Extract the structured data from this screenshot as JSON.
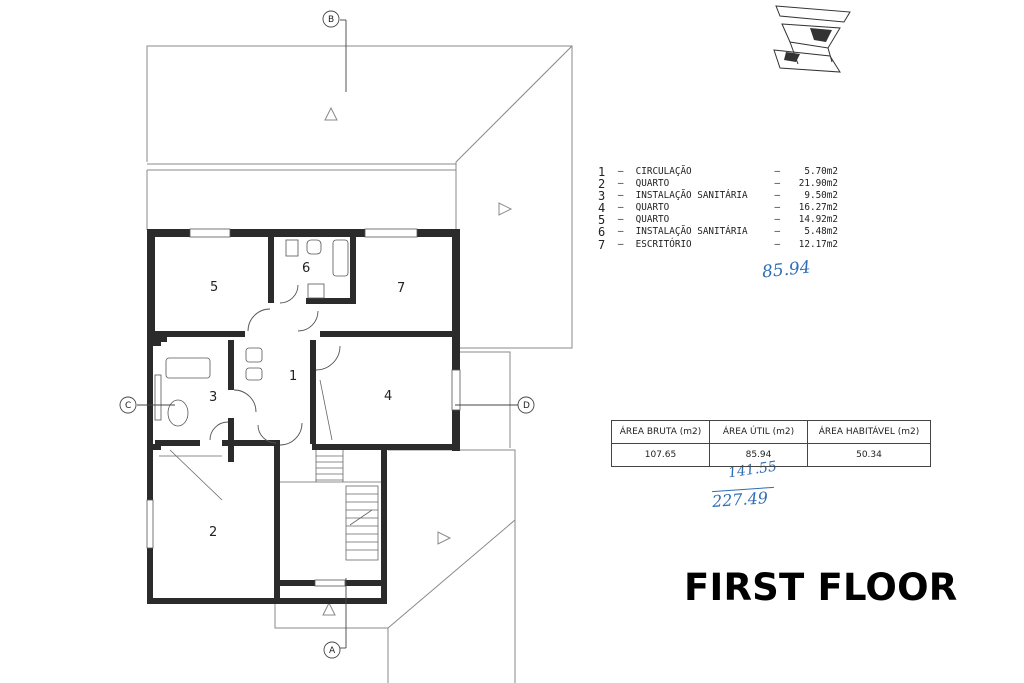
{
  "rooms": [
    {
      "n": "1"
    },
    {
      "n": "2"
    },
    {
      "n": "3"
    },
    {
      "n": "4"
    },
    {
      "n": "5"
    },
    {
      "n": "6"
    },
    {
      "n": "7"
    }
  ],
  "section_markers": {
    "a": "A",
    "b": "B",
    "c": "C",
    "d": "D"
  },
  "legend": [
    {
      "num": "1",
      "name": "CIRCULAÇÃO",
      "area": "5.70m2"
    },
    {
      "num": "2",
      "name": "QUARTO",
      "area": "21.90m2"
    },
    {
      "num": "3",
      "name": "INSTALAÇÃO SANITÁRIA",
      "area": "9.50m2"
    },
    {
      "num": "4",
      "name": "QUARTO",
      "area": "16.27m2"
    },
    {
      "num": "5",
      "name": "QUARTO",
      "area": "14.92m2"
    },
    {
      "num": "6",
      "name": "INSTALAÇÃO SANITÁRIA",
      "area": "5.48m2"
    },
    {
      "num": "7",
      "name": "ESCRITÓRIO",
      "area": "12.17m2"
    }
  ],
  "legend_dash": "–",
  "handwritten": {
    "total": "85.94",
    "note_a": "141.55",
    "note_b": "227.49"
  },
  "area_table": {
    "headers": [
      "ÁREA BRUTA (m2)",
      "ÁREA ÚTIL (m2)",
      "ÁREA HABITÁVEL (m2)"
    ],
    "values": [
      "107.65",
      "85.94",
      "50.34"
    ]
  },
  "floor_title": "FIRST FLOOR",
  "colors": {
    "wall": "#2b2b2b",
    "thin_line": "#666666",
    "handwriting": "#2f6db5"
  }
}
